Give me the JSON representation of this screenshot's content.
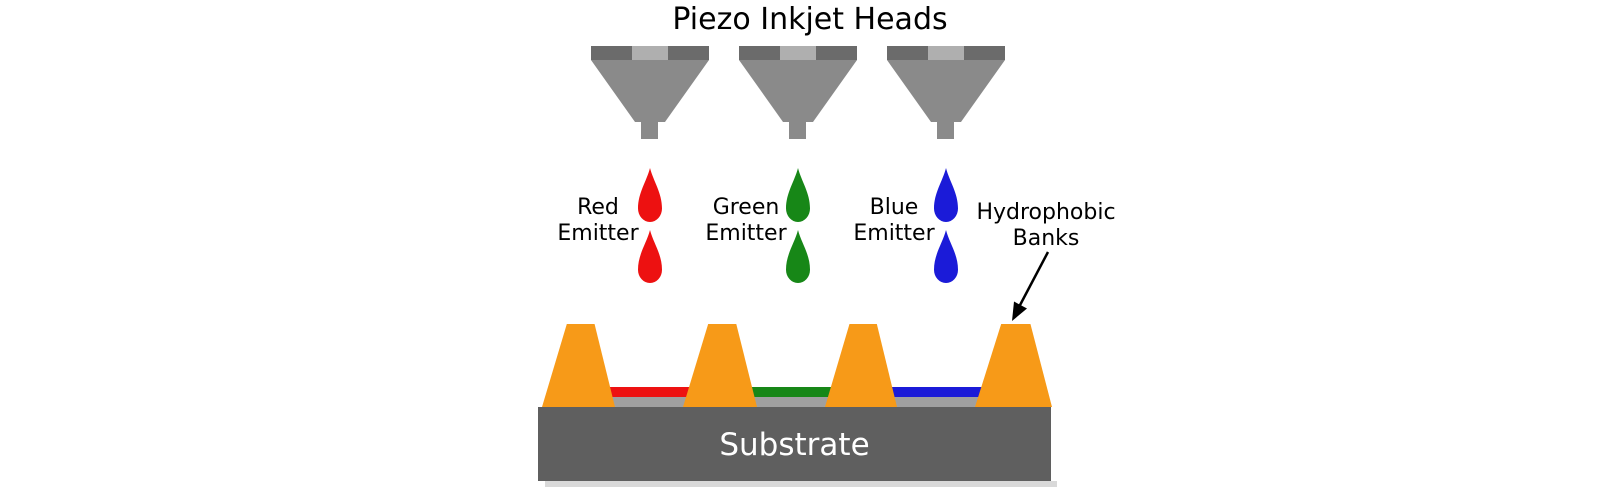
{
  "title": "Piezo Inkjet Heads",
  "emitters": [
    {
      "label_line1": "Red",
      "label_line2": "Emitter",
      "droplet_color": "#ED1111"
    },
    {
      "label_line1": "Green",
      "label_line2": "Emitter",
      "droplet_color": "#178717"
    },
    {
      "label_line1": "Blue",
      "label_line2": "Emitter",
      "droplet_color": "#1B1BD8"
    }
  ],
  "banks_label": {
    "line1": "Hydrophobic",
    "line2": "Banks"
  },
  "substrate": {
    "label": "Substrate"
  },
  "counts": {
    "inkjet_heads": 3,
    "hydrophobic_banks": 4,
    "droplets_per_emitter": 2
  },
  "colors": {
    "head_body": "#8A8A8A",
    "head_top_bar": "#6B6B6B",
    "head_top_bar_inlet": "#AFAFAF",
    "bank_orange": "#F79A18",
    "substrate_gray": "#5F5F5F",
    "base_strip_gray": "#A0A0A0",
    "red_ink": "#ED1111",
    "green_ink": "#178717",
    "blue_ink": "#1B1BD8",
    "background": "#FFFFFF",
    "label_text": "#000000",
    "substrate_text": "#FFFFFF"
  }
}
